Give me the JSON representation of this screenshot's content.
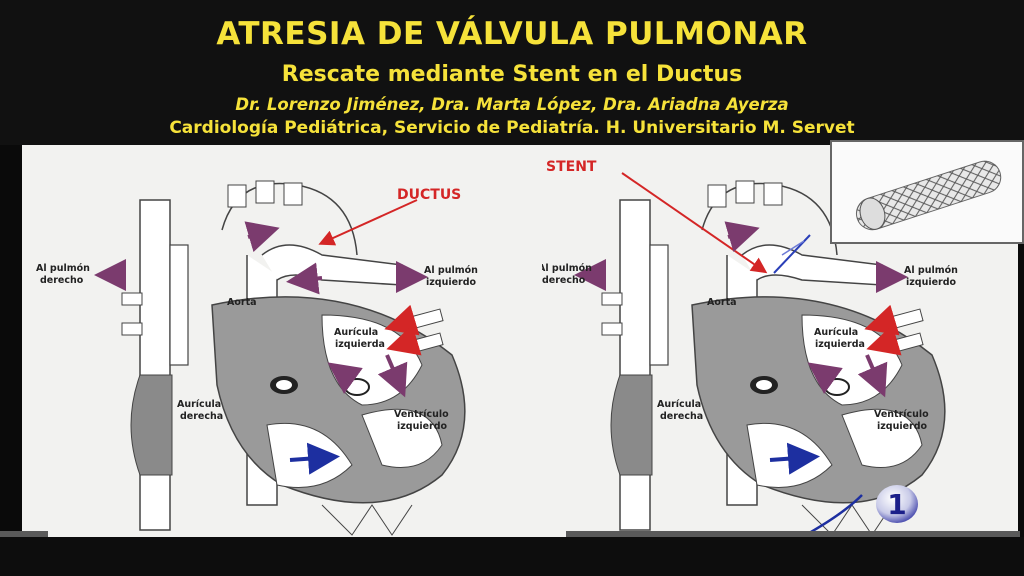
{
  "header": {
    "title": "ATRESIA DE VÁLVULA PULMONAR",
    "subtitle": "Rescate mediante Stent en el Ductus",
    "authors": "Dr. Lorenzo Jiménez, Dra. Marta López, Dra. Ariadna Ayerza",
    "affiliation": "Cardiología Pediátrica, Servicio de Pediatría. H. Universitario M. Servet"
  },
  "diagram_left": {
    "callout": "DUCTUS",
    "labels": {
      "lung_right_1": "Al pulmón",
      "lung_right_2": "derecho",
      "lung_left_1": "Al pulmón",
      "lung_left_2": "izquierdo",
      "aorta": "Aorta",
      "la_1": "Aurícula",
      "la_2": "izquierda",
      "ra_1": "Aurícula",
      "ra_2": "derecha",
      "lv_1": "Ventrículo",
      "lv_2": "izquierdo"
    }
  },
  "diagram_right": {
    "callout": "STENT",
    "labels": {
      "lung_right_1": "Al pulmón",
      "lung_right_2": "derecho",
      "lung_left_1": "Al pulmón",
      "lung_left_2": "izquierdo",
      "aorta": "Aorta",
      "la_1": "Aurícula",
      "la_2": "izquierda",
      "ra_1": "Aurícula",
      "ra_2": "derecha",
      "lv_1": "Ventrículo",
      "lv_2": "izquierdo"
    }
  },
  "broadcaster": {
    "channel_number": "1"
  },
  "colors": {
    "title_yellow": "#f6e23a",
    "callout_red": "#d42626",
    "flow_purple": "#7b3b6e",
    "flow_blue": "#1d2fa0",
    "heart_gray": "#8a8a8a"
  }
}
